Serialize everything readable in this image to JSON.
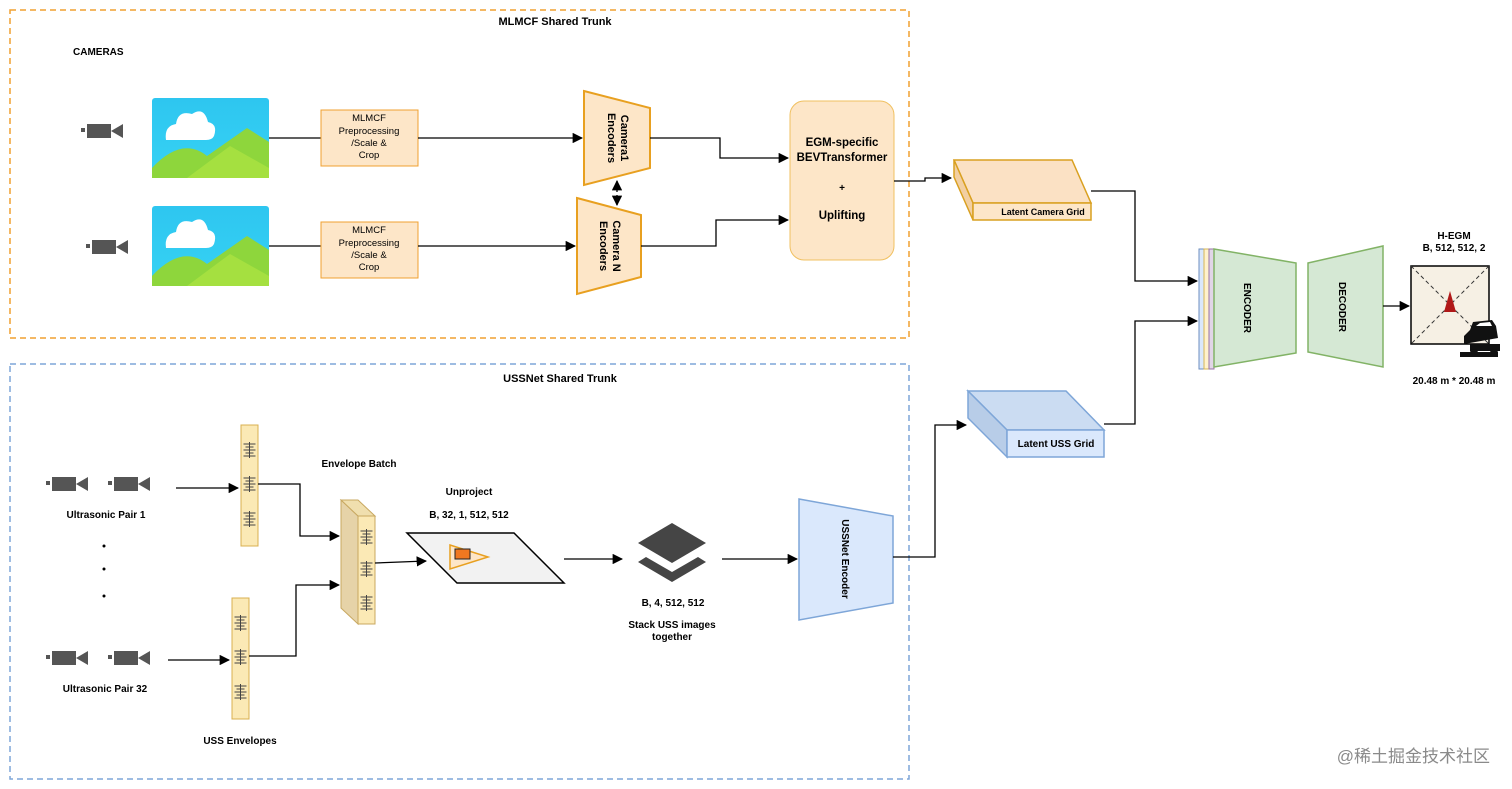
{
  "mlmcf": {
    "trunk_title": "MLMCF Shared Trunk",
    "cameras_label": "CAMERAS",
    "preproc_lines": [
      "MLMCF",
      "Preprocessing",
      "/Scale &",
      "Crop"
    ],
    "encoder1_lines": [
      "Camera1",
      "Encoders"
    ],
    "encoderN_lines": [
      "Camera N",
      "Encoders"
    ],
    "bev_lines": [
      "EGM-specific",
      "BEVTransformer",
      "+",
      "Uplifting"
    ]
  },
  "latent_camera_grid": "Latent Camera Grid",
  "latent_uss_grid": "Latent USS Grid",
  "ussnet": {
    "trunk_title": "USSNet Shared Trunk",
    "pair1_label": "Ultrasonic Pair 1",
    "pair32_label": "Ultrasonic Pair 32",
    "envelope_batch": "Envelope Batch",
    "uss_envelopes": "USS Envelopes",
    "unproject_label": "Unproject",
    "unproject_dims": "B, 32, 1, 512, 512",
    "stack_dims": "B, 4, 512, 512",
    "stack_lines": [
      "Stack USS images",
      "together"
    ],
    "encoder_label": "USSNet Encoder"
  },
  "encoder_label": "ENCODER",
  "decoder_label": "DECODER",
  "output": {
    "title": "H-EGM",
    "dims": "B, 512, 512, 2",
    "size": "20.48 m * 20.48 m"
  },
  "watermark": "@稀土掘金技术社区",
  "colors": {
    "orange_border": "#f0a030",
    "orange_fill": "#fde6c8",
    "blue_border": "#7ea6d8",
    "green_fill": "#d5e8d4",
    "green_border": "#82b366"
  }
}
